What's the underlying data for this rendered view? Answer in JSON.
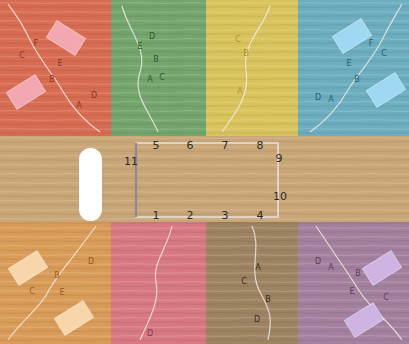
{
  "diagram": {
    "labels": [
      "F",
      "C",
      "E",
      "B",
      "A",
      "D",
      "E",
      "D",
      "B",
      "A",
      "C",
      "C",
      "B",
      "A",
      "F",
      "C",
      "E",
      "B",
      "D",
      "A",
      "5",
      "6",
      "7",
      "8",
      "11",
      "9",
      "10",
      "1",
      "2",
      "3",
      "4",
      "D",
      "B",
      "E",
      "C",
      "D",
      "A",
      "C",
      "B",
      "D",
      "D",
      "A",
      "B",
      "E",
      "C"
    ]
  }
}
